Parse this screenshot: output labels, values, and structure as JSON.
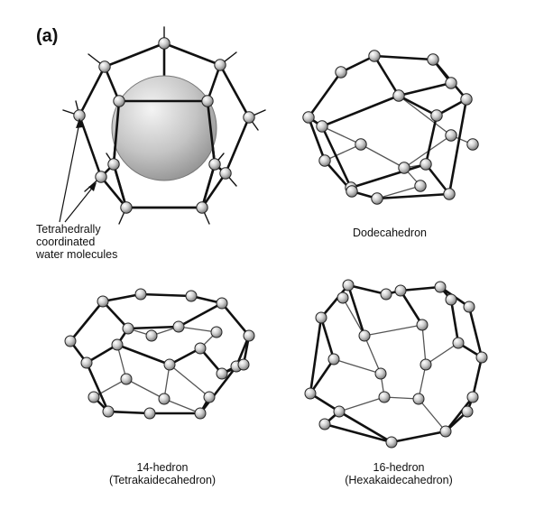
{
  "figure": {
    "panel_label": "(a)",
    "annotation": {
      "lines": [
        "Tetrahedrally",
        "coordinated",
        "water molecules"
      ]
    },
    "structures": [
      {
        "name": "cage-with-guest",
        "caption_lines": []
      },
      {
        "name": "dodecahedron",
        "caption_lines": [
          "Dodecahedron"
        ]
      },
      {
        "name": "14-hedron",
        "caption_lines": [
          "14-hedron",
          "(Tetrakaidecahedron)"
        ]
      },
      {
        "name": "16-hedron",
        "caption_lines": [
          "16-hedron",
          "(Hexakaidecahedron)"
        ]
      }
    ]
  }
}
